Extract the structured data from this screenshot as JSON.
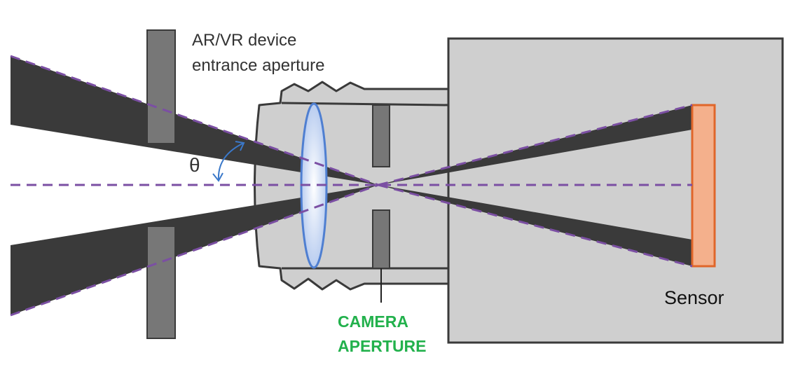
{
  "labels": {
    "device_aperture_line1": "AR/VR device",
    "device_aperture_line2": "entrance aperture",
    "theta": "θ",
    "camera_aperture_line1": "CAMERA",
    "camera_aperture_line2": "APERTURE",
    "sensor": "Sensor"
  },
  "colors": {
    "body_fill": "#cfcfcf",
    "body_stroke": "#3a3a3a",
    "ray_fill": "#3a3a3a",
    "dashed_line": "#7b4fa3",
    "lens_fill": "#dce7f7",
    "lens_stroke": "#4f7fd1",
    "angle_arrow": "#3a78c9",
    "sensor_fill": "#f4b08c",
    "sensor_stroke": "#e0662a",
    "aperture_fill": "#777777",
    "camera_aperture_label": "#22b14c",
    "text": "#333333"
  }
}
